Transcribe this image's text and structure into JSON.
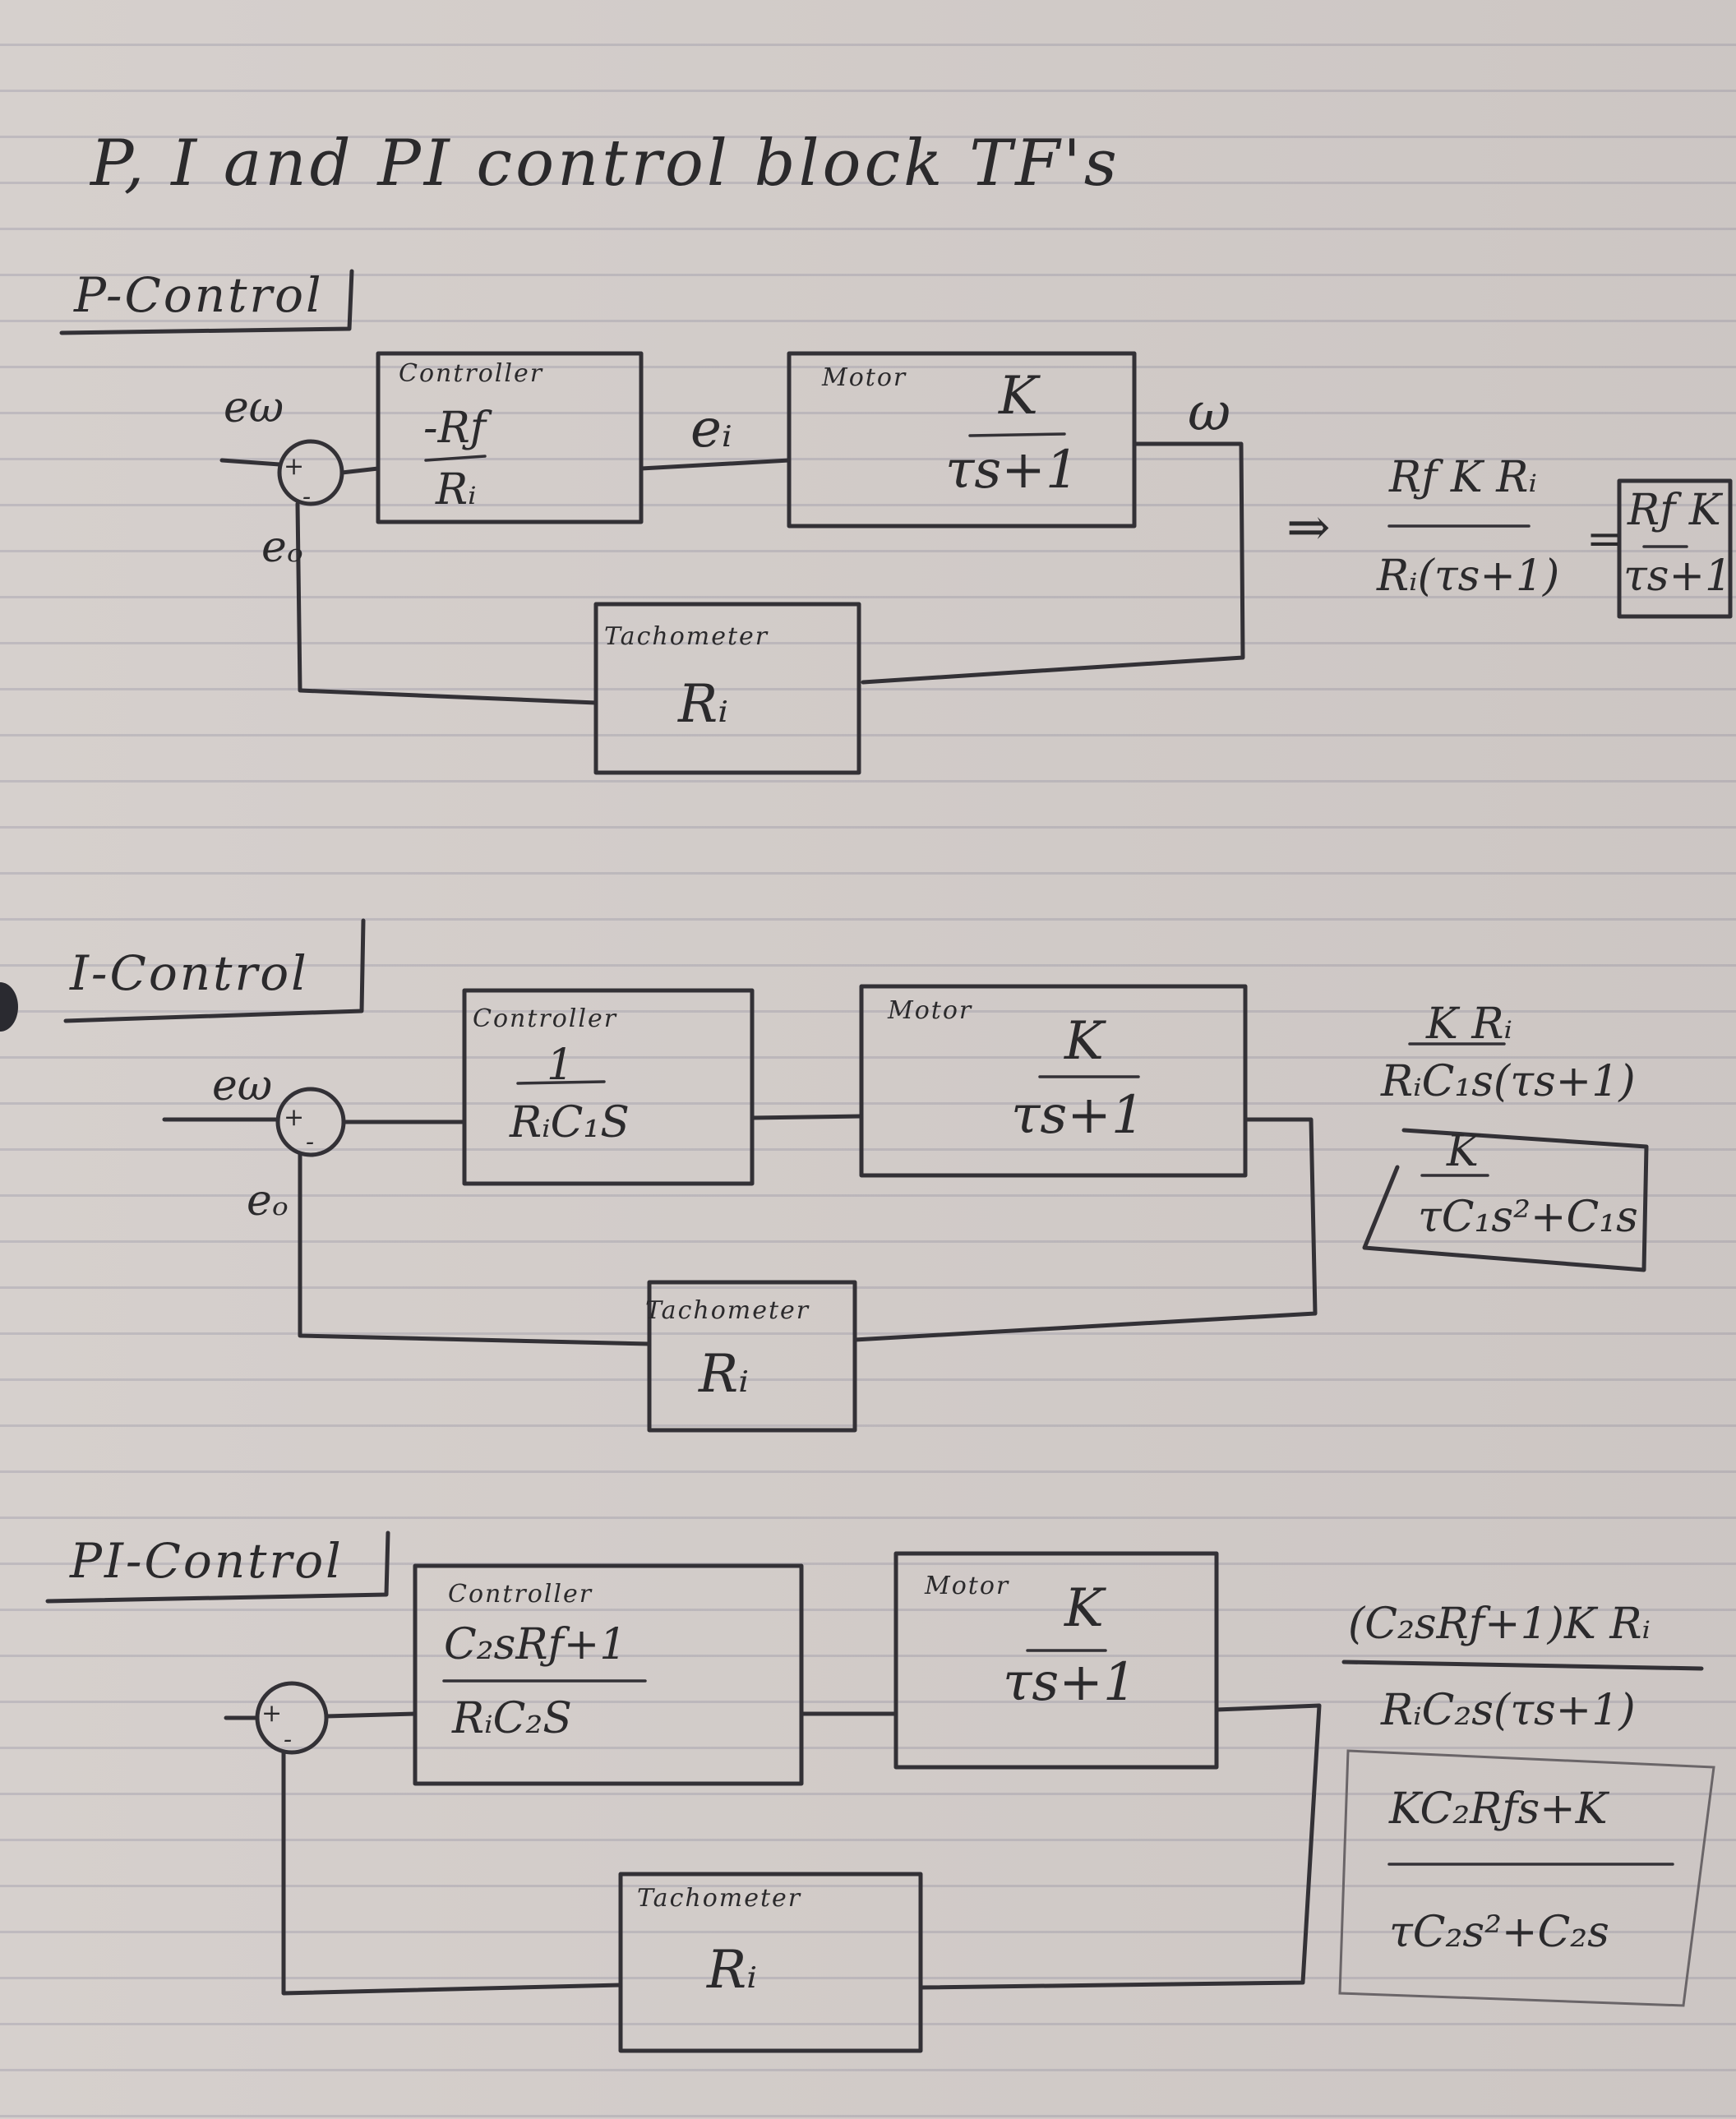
{
  "title": "P, I and PI control block TF's",
  "p_control": {
    "heading": "P-Control",
    "input_label": "eω",
    "feedback_label": "eₒ",
    "sum_plus": "+",
    "sum_minus": "-",
    "controller": {
      "label": "Controller",
      "num": "-Rƒ",
      "den": "Rᵢ"
    },
    "between_label": "eᵢ",
    "motor": {
      "label": "Motor",
      "num": "K",
      "den": "τs+1"
    },
    "output_label": "ω",
    "tachometer": {
      "label": "Tachometer",
      "value": "Rᵢ"
    },
    "implies": "⇒",
    "result_num": "Rƒ K Rᵢ",
    "result_den": "Rᵢ(τs+1)",
    "equals": "=",
    "boxed_num": "Rƒ K",
    "boxed_den": "τs+1"
  },
  "i_control": {
    "heading": "I-Control",
    "input_label": "eω",
    "feedback_label": "eₒ",
    "sum_plus": "+",
    "sum_minus": "-",
    "controller": {
      "label": "Controller",
      "num": "1",
      "den": "RᵢC₁S"
    },
    "motor": {
      "label": "Motor",
      "num": "K",
      "den": "τs+1"
    },
    "tachometer": {
      "label": "Tachometer",
      "value": "Rᵢ"
    },
    "result_num": "K Rᵢ",
    "result_den": "RᵢC₁s(τs+1)",
    "boxed_num": "K",
    "boxed_den": "τC₁s²+C₁s"
  },
  "pi_control": {
    "heading": "PI-Control",
    "sum_plus": "+",
    "sum_minus": "-",
    "controller": {
      "label": "Controller",
      "num": "C₂sRƒ+1",
      "den": "RᵢC₂S"
    },
    "motor": {
      "label": "Motor",
      "num": "K",
      "den": "τs+1"
    },
    "tachometer": {
      "label": "Tachometer",
      "value": "Rᵢ"
    },
    "result_num": "(C₂sRƒ+1)K Rᵢ",
    "result_den": "RᵢC₂s(τs+1)",
    "boxed_num": "KC₂Rƒs+K",
    "boxed_den": "τC₂s²+C₂s"
  }
}
